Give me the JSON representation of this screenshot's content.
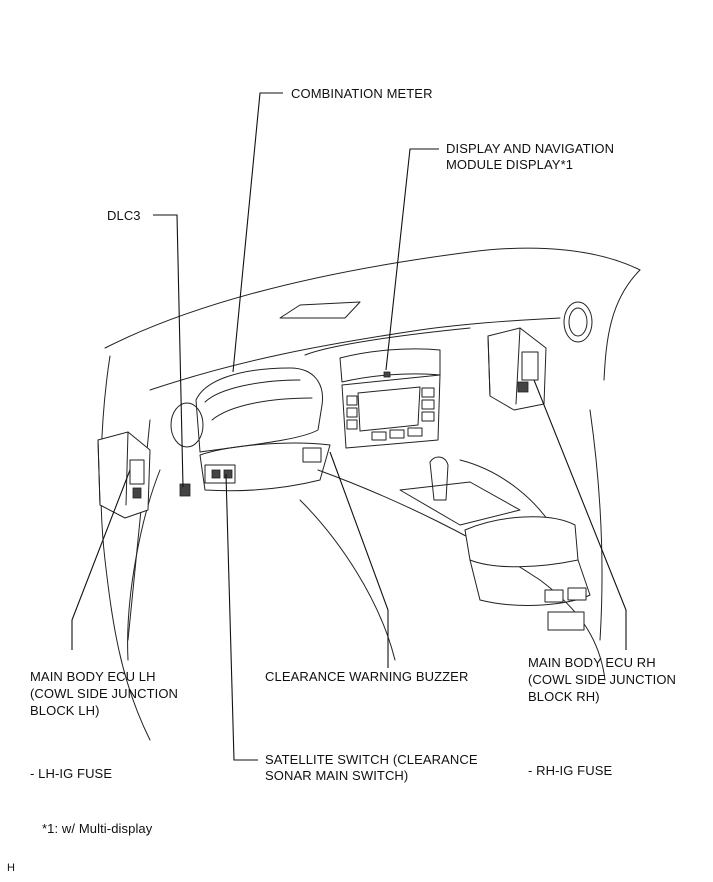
{
  "labels": {
    "combination_meter": "COMBINATION METER",
    "display_nav_1": "DISPLAY AND NAVIGATION",
    "display_nav_2": "MODULE DISPLAY*1",
    "dlc3": "DLC3",
    "ecu_lh_1": "MAIN BODY ECU LH",
    "ecu_lh_2": "(COWL SIDE JUNCTION",
    "ecu_lh_3": "BLOCK LH)",
    "buzzer": "CLEARANCE WARNING BUZZER",
    "ecu_rh_1": "MAIN BODY ECU RH",
    "ecu_rh_2": "(COWL SIDE JUNCTION",
    "ecu_rh_3": "BLOCK RH)",
    "satellite_1": "SATELLITE SWITCH (CLEARANCE",
    "satellite_2": "SONAR MAIN SWITCH)",
    "lh_fuse": "- LH-IG FUSE",
    "rh_fuse": "- RH-IG FUSE",
    "footnote": "*1: w/ Multi-display",
    "corner": "H"
  }
}
